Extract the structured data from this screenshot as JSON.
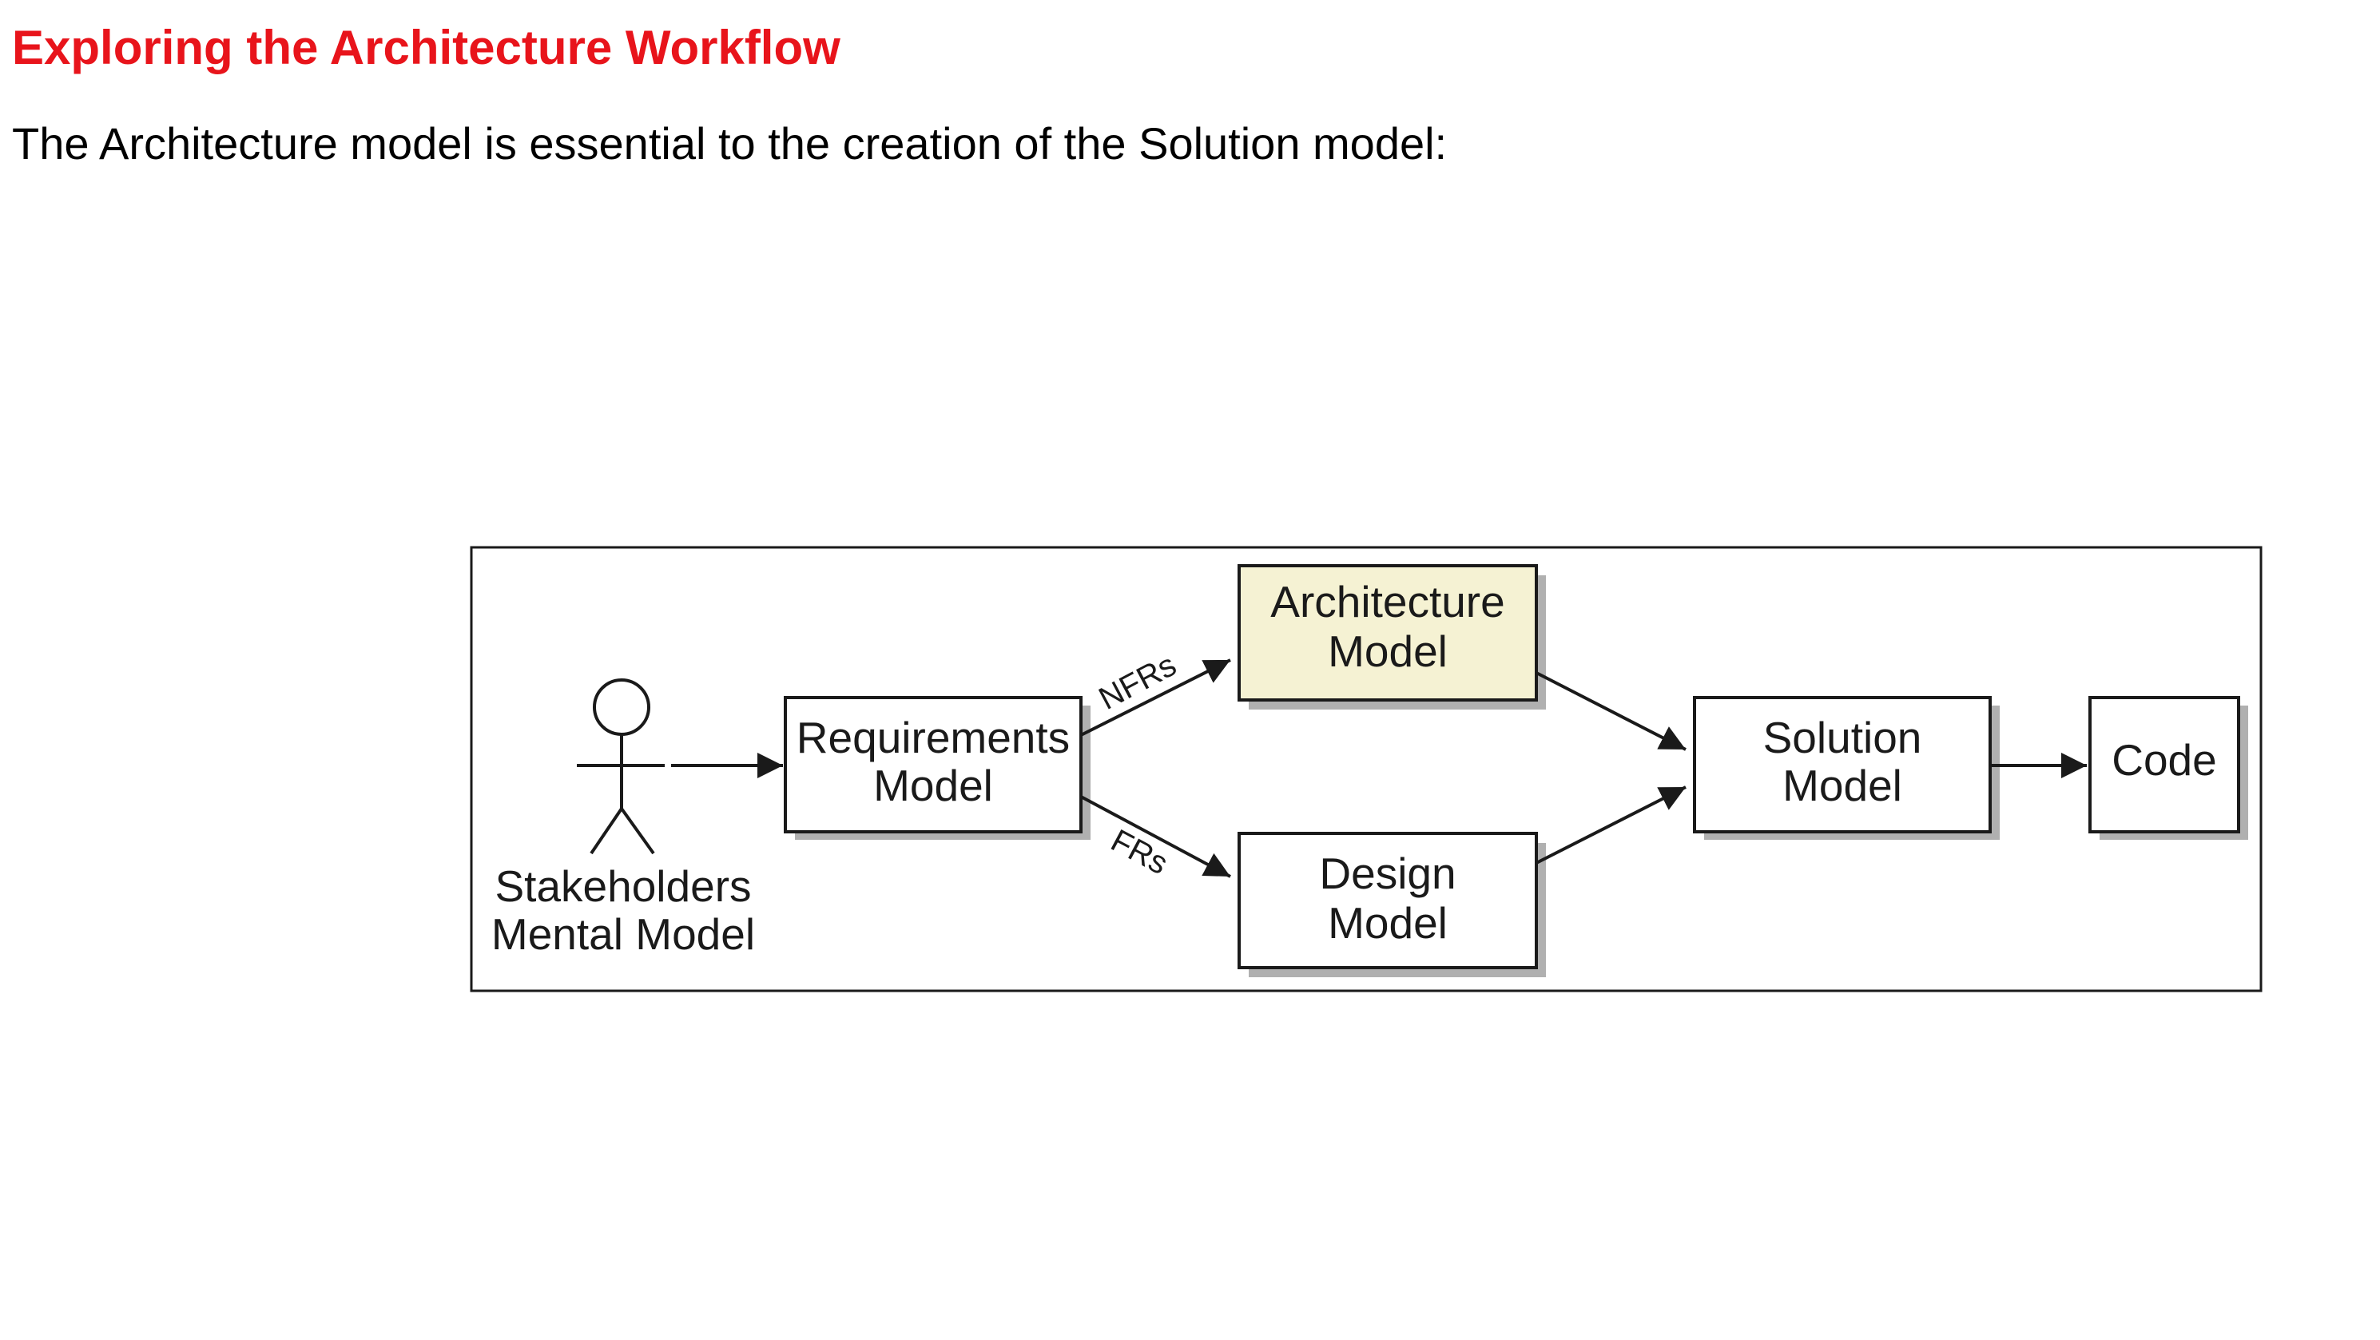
{
  "page": {
    "title": "Exploring the Architecture Workflow",
    "intro": "The Architecture model is essential to the creation of the Solution model:"
  },
  "colors": {
    "title": "#e8141b",
    "highlight_box": "#f5f2d3",
    "box": "#ffffff",
    "shadow": "#b0b0b0",
    "line": "#1a1a1a"
  },
  "diagram": {
    "actor": {
      "icon": "stick-figure-icon",
      "label_line1": "Stakeholders",
      "label_line2": "Mental Model"
    },
    "nodes": {
      "requirements": {
        "line1": "Requirements",
        "line2": "Model"
      },
      "architecture": {
        "line1": "Architecture",
        "line2": "Model",
        "highlighted": true
      },
      "design": {
        "line1": "Design",
        "line2": "Model"
      },
      "solution": {
        "line1": "Solution",
        "line2": "Model"
      },
      "code": {
        "line1": "Code"
      }
    },
    "edges": {
      "nfrs": "NFRs",
      "frs": "FRs"
    }
  }
}
